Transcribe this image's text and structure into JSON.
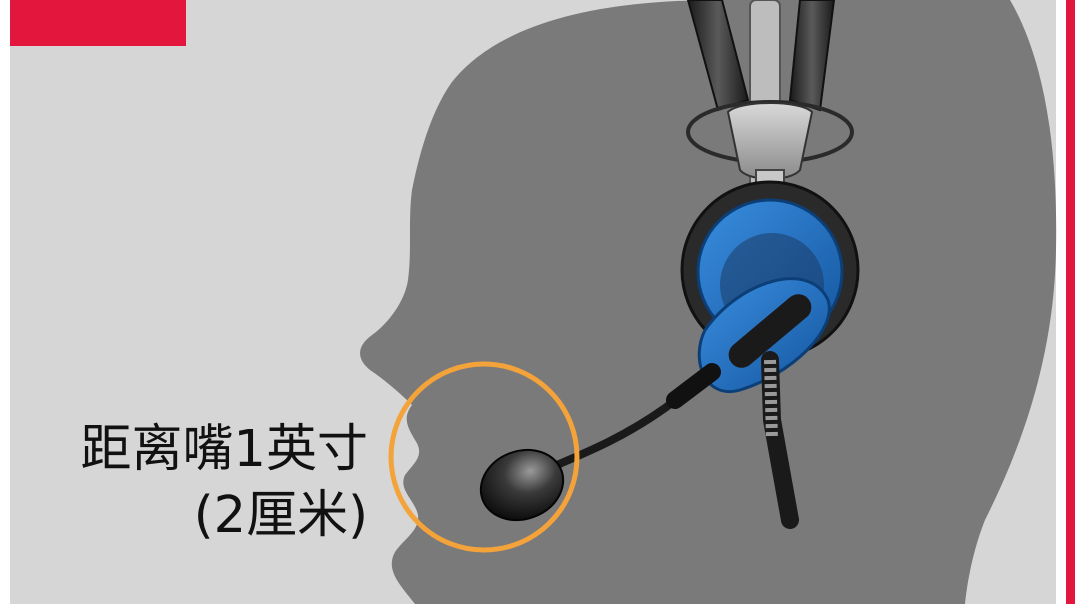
{
  "caption": {
    "line1": "距离嘴1英寸",
    "line2": "(2厘米)"
  },
  "colors": {
    "accent_bar": "#e3173e",
    "panel": "#d6d6d6",
    "head_silhouette": "#7a7a7a",
    "ear_cushion_blue": "#1f6fc4",
    "guide_circle": "#f4a23a",
    "caption_text": "#111111"
  },
  "icons": [
    "headset-illustration",
    "microphone-icon",
    "head-silhouette"
  ]
}
